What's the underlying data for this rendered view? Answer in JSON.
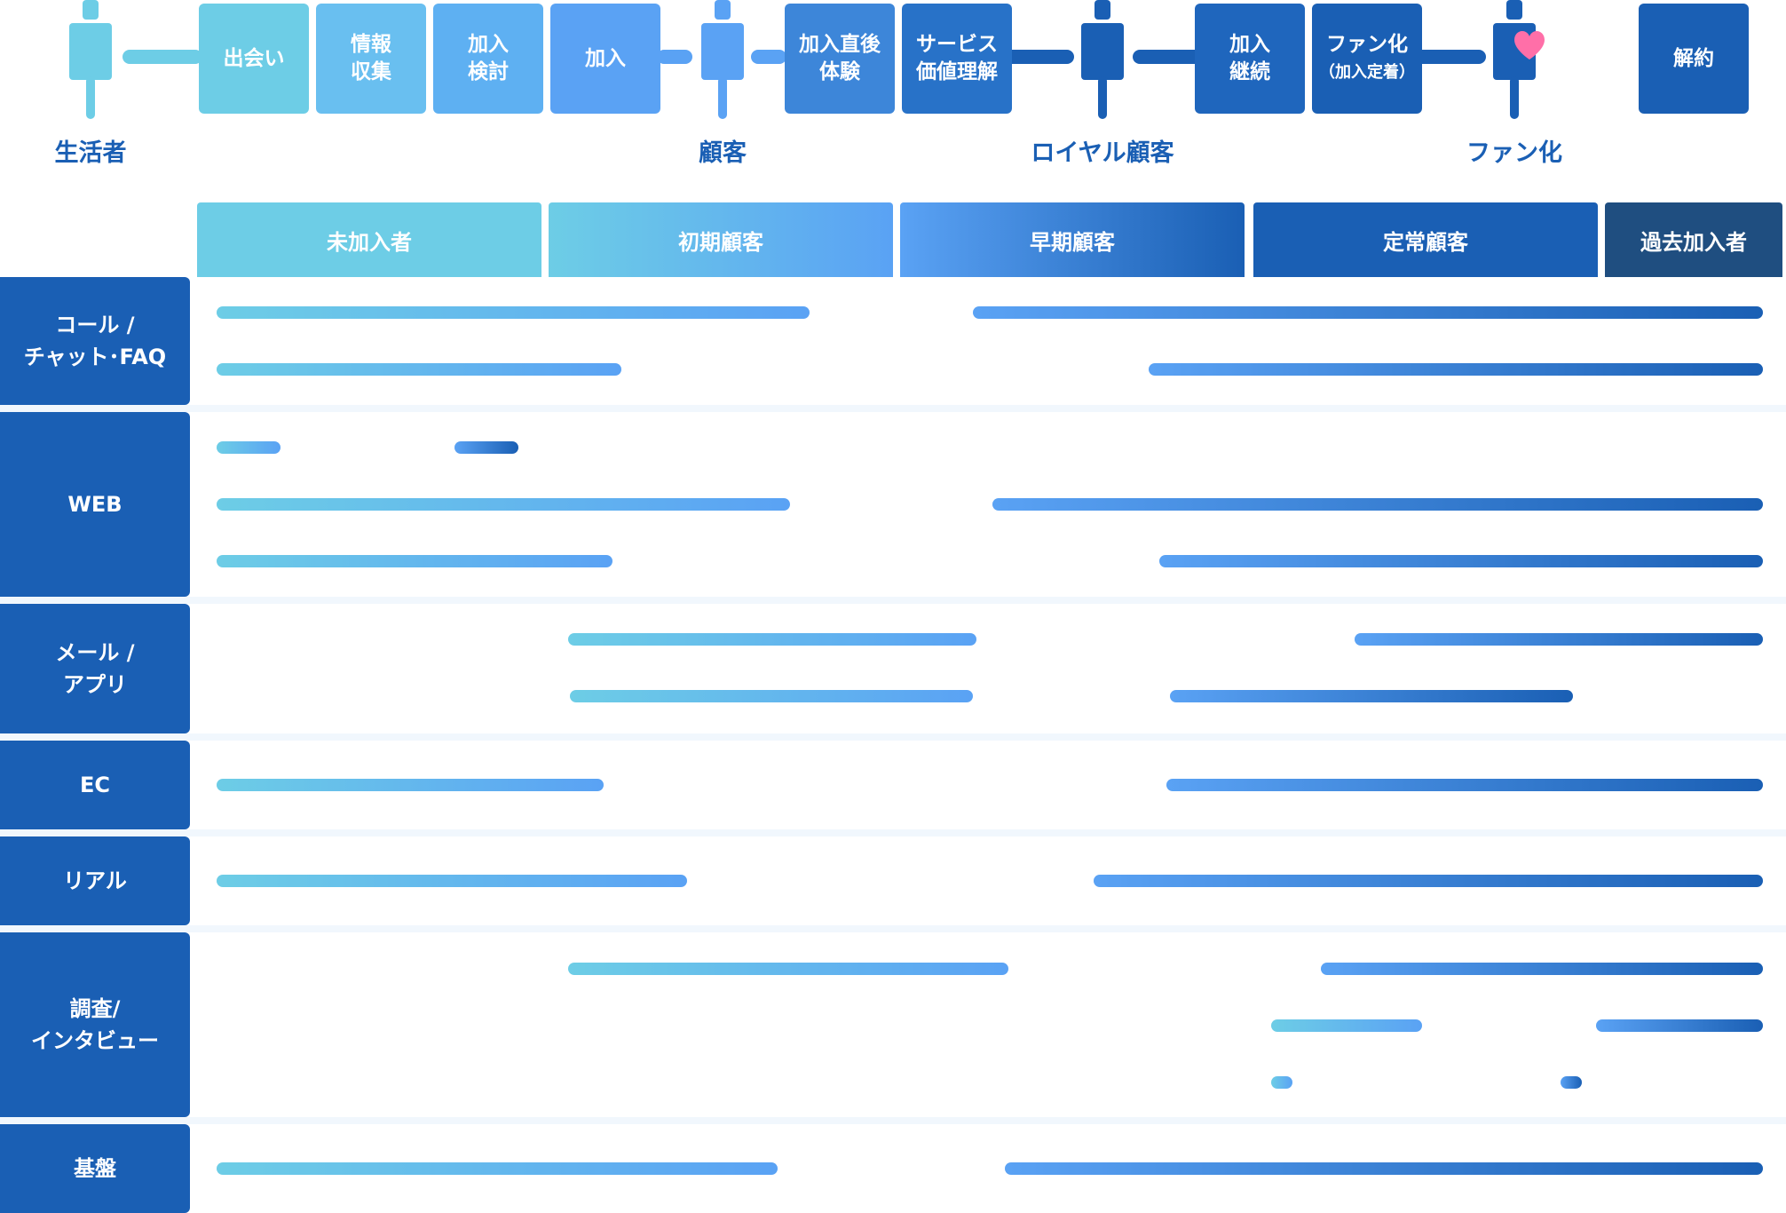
{
  "journey": {
    "people": [
      {
        "label": "生活者",
        "color": "#6dcde6"
      },
      {
        "label": "顧客",
        "color": "#5aa2f4"
      },
      {
        "label": "ロイヤル顧客",
        "color": "#1a5fb4"
      },
      {
        "label": "ファン化",
        "color": "#1a5fb4"
      }
    ],
    "steps": [
      {
        "label": "出会い",
        "color": "#6dcde6"
      },
      {
        "label": "情報\n収集",
        "color": "#69bff0"
      },
      {
        "label": "加入\n検討",
        "color": "#5eb0f2"
      },
      {
        "label": "加入",
        "color": "#5aa2f4"
      },
      {
        "label": "加入直後\n体験",
        "color": "#3d86d9"
      },
      {
        "label": "サービス\n価値理解",
        "color": "#2872c8"
      },
      {
        "label": "加入\n継続",
        "color": "#1f66bd"
      },
      {
        "label": "ファン化",
        "sublabel": "（加入定着）",
        "color": "#1a5fb4"
      },
      {
        "label": "解約",
        "color": "#1a5fb4"
      }
    ]
  },
  "phases": [
    {
      "label": "未加入者"
    },
    {
      "label": "初期顧客"
    },
    {
      "label": "早期顧客"
    },
    {
      "label": "定常顧客"
    },
    {
      "label": "過去加入者"
    }
  ],
  "channels": [
    {
      "label": "コール /\nチャット･FAQ"
    },
    {
      "label": "WEB"
    },
    {
      "label": "メール /\nアプリ"
    },
    {
      "label": "EC"
    },
    {
      "label": "リアル"
    },
    {
      "label": "調査/\nインタビュー"
    },
    {
      "label": "基盤"
    }
  ],
  "colors": {
    "light": "#6dcde6",
    "mid": "#5aa2f4",
    "dark": "#1a5fb4",
    "navy": "#1f4e80",
    "heart": "#ff6fa8",
    "row_bg": "#f1f7fd"
  }
}
